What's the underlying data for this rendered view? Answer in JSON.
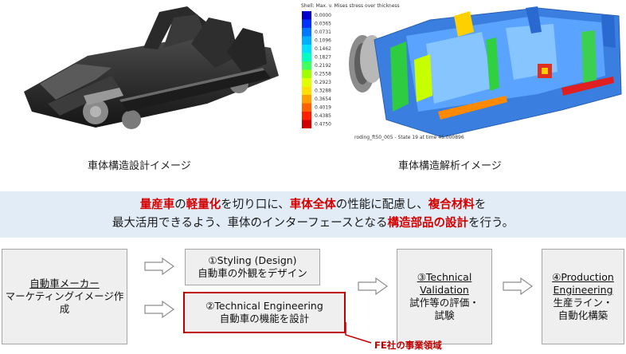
{
  "images": {
    "design_caption": "車体構造設計イメージ",
    "analysis_caption": "車体構造解析イメージ"
  },
  "fe_legend": {
    "title": "Shell: Max. v. Mises stress over thickness",
    "values": [
      "0.0000",
      "0.0365",
      "0.0731",
      "0.1096",
      "0.1462",
      "0.1827",
      "0.2192",
      "0.2558",
      "0.2923",
      "0.3288",
      "0.3654",
      "0.4019",
      "0.4385",
      "0.4750"
    ],
    "colors": [
      "#0000c8",
      "#0033ff",
      "#0077ff",
      "#00b0ff",
      "#00e0ff",
      "#00ffc0",
      "#40ff60",
      "#a0ff00",
      "#e0ff00",
      "#ffe000",
      "#ffa000",
      "#ff6000",
      "#ff2000",
      "#d00000"
    ],
    "state_label": "roding_ft50_005 - State 19 at time 45.000896"
  },
  "statement": {
    "line1": [
      {
        "text": "量産車",
        "hl": true
      },
      {
        "text": "の",
        "hl": false
      },
      {
        "text": "軽量化",
        "hl": true
      },
      {
        "text": "を切り口に、",
        "hl": false
      },
      {
        "text": "車体全体",
        "hl": true
      },
      {
        "text": "の性能に配慮し、",
        "hl": false
      },
      {
        "text": "複合材料",
        "hl": true
      },
      {
        "text": "を",
        "hl": false
      }
    ],
    "line2": [
      {
        "text": "最大活用できるよう、車体のインターフェースとなる",
        "hl": false
      },
      {
        "text": "構造部品の設計",
        "hl": true
      },
      {
        "text": "を行う。",
        "hl": false
      }
    ]
  },
  "flow": {
    "maker": {
      "line1": "自動車メーカー",
      "line2": "マーケティングイメージ作成"
    },
    "styling": {
      "line1": "①Styling (Design)",
      "line2": "自動車の外観をデザイン"
    },
    "technical": {
      "line1": "②Technical Engineering",
      "line2": "自動車の機能を設計"
    },
    "validation": {
      "line1": "③Technical",
      "line2": "Validation",
      "line3": "試作等の評価・",
      "line4": "試験"
    },
    "production": {
      "line1": "④Production",
      "line2": "Engineering",
      "line3": "生産ライン・",
      "line4": "自動化構築"
    }
  },
  "fe_domain_label": "FE社の事業領域",
  "colors": {
    "highlight_red": "#d40000",
    "band_blue": "#e2ecf6",
    "box_gray": "#efefef",
    "technical_border": "#c00000"
  }
}
